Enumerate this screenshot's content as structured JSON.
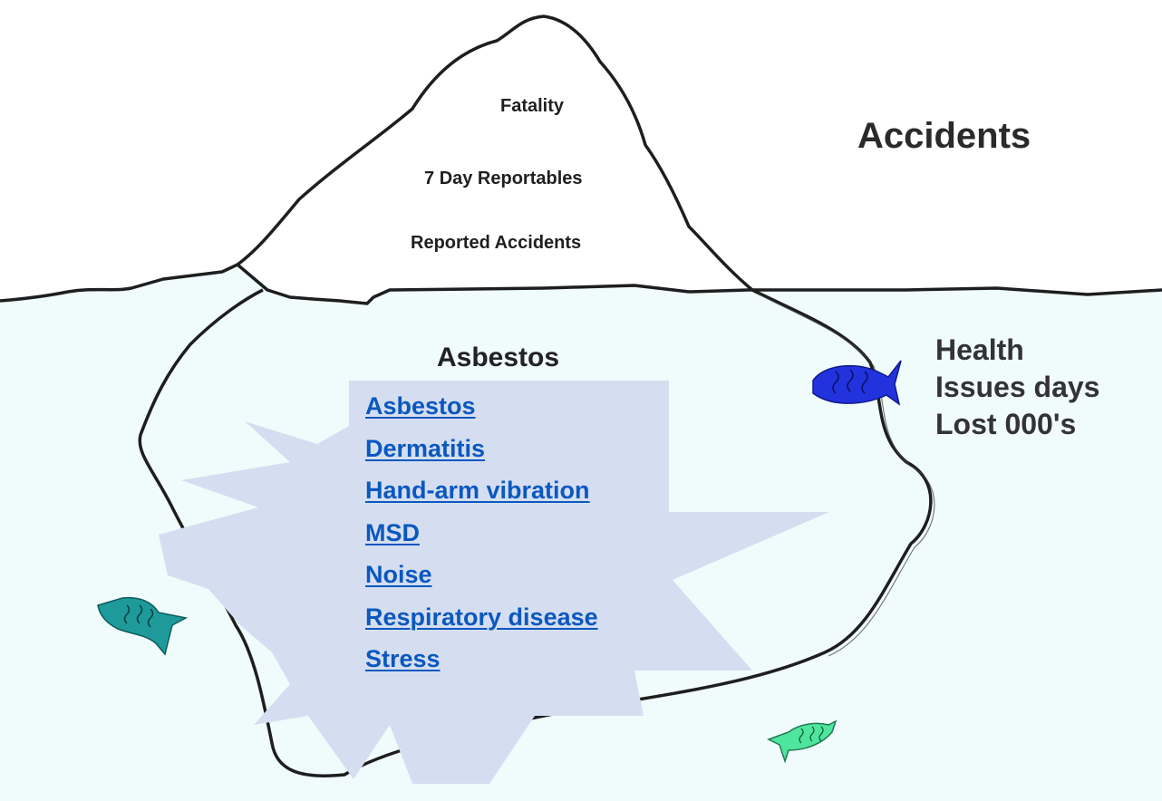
{
  "peak_labels": {
    "fatality": "Fatality",
    "seven_day_number": "7",
    "seven_day_text": "Day Reportables",
    "reported": "Reported Accidents"
  },
  "accidents_title": "Accidents",
  "asbestos_title": "Asbestos",
  "health_label": {
    "line1": "Health",
    "line2": "Issues days",
    "line3": "Lost  000's"
  },
  "health_links": [
    {
      "label": "Asbestos"
    },
    {
      "label": "Dermatitis"
    },
    {
      "label": "Hand-arm vibration"
    },
    {
      "label": "MSD"
    },
    {
      "label": "Noise"
    },
    {
      "label": "Respiratory disease"
    },
    {
      "label": "Stress"
    }
  ],
  "colors": {
    "water": "#f0fbfc",
    "outline": "#1e1e1e",
    "burst": "#d5def0",
    "link": "#0a58c0",
    "fish_blue": "#2233dd",
    "fish_teal": "#1f9a9a",
    "fish_mint": "#4ee69e"
  }
}
